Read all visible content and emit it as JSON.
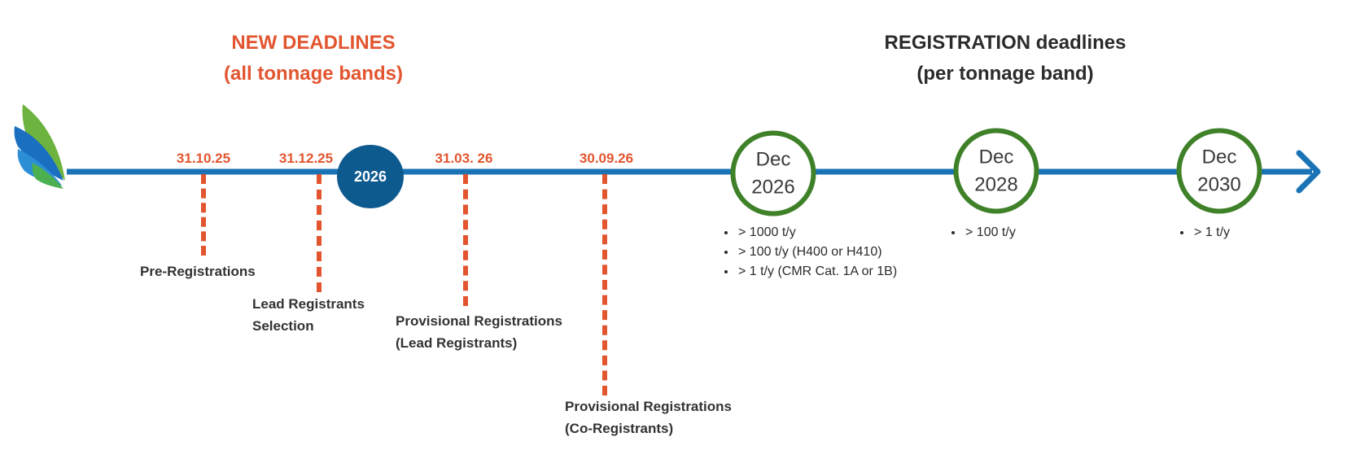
{
  "headings": {
    "new_line1": "NEW DEADLINES",
    "new_line2": "(all tonnage bands)",
    "reg_line1": "REGISTRATION deadlines",
    "reg_line2": "(per tonnage band)"
  },
  "year_badge": "2026",
  "deadlines": [
    {
      "date": "31.10.25",
      "label": [
        "Pre-Registrations"
      ]
    },
    {
      "date": "31.12.25",
      "label": [
        "Lead Registrants",
        "Selection"
      ]
    },
    {
      "date": "31.03. 26",
      "label": [
        "Provisional Registrations",
        "(Lead Registrants)"
      ]
    },
    {
      "date": "30.09.26",
      "label": [
        "Provisional Registrations",
        "(Co-Registrants)"
      ]
    }
  ],
  "milestones": [
    {
      "month": "Dec",
      "year": "2026",
      "bands": [
        "> 1000 t/y",
        "> 100 t/y (H400 or H410)",
        "> 1 t/y (CMR Cat. 1A or 1B)"
      ]
    },
    {
      "month": "Dec",
      "year": "2028",
      "bands": [
        "> 100 t/y"
      ]
    },
    {
      "month": "Dec",
      "year": "2030",
      "bands": [
        "> 1 t/y"
      ]
    }
  ],
  "colors": {
    "timeline": "#1a73b5",
    "deadline": "#e2552f",
    "milestone_ring": "#3f8129",
    "badge": "#0d5a8f",
    "logo_green": "#6cb33f",
    "logo_blue": "#1a6fc0"
  },
  "icons": {
    "logo": "wing-logo-icon",
    "arrow": "arrow-right-icon"
  }
}
